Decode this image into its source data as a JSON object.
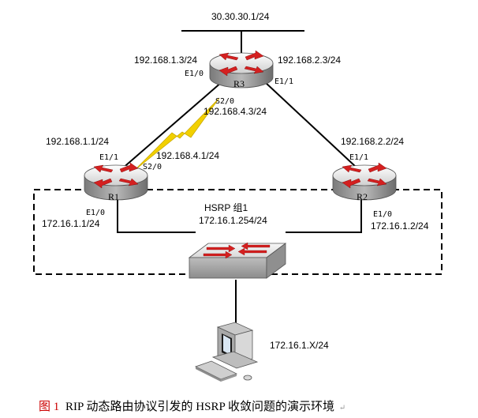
{
  "top_network": "30.30.30.1/24",
  "routers": {
    "r1": {
      "name": "R1",
      "e11_label": "E1/1",
      "e11_ip": "192.168.1.1/24",
      "s20_label": "S2/0",
      "s20_ip": "192.168.4.1/24",
      "e10_label": "E1/0",
      "e10_ip": "172.16.1.1/24"
    },
    "r2": {
      "name": "R2",
      "e11_label": "E1/1",
      "e11_ip": "192.168.2.2/24",
      "e10_label": "E1/0",
      "e10_ip": "172.16.1.2/24"
    },
    "r3": {
      "name": "R3",
      "e10_label": "E1/0",
      "e10_ip": "192.168.1.3/24",
      "e11_label": "E1/1",
      "e11_ip": "192.168.2.3/24",
      "s20_label": "S2/0",
      "s20_ip": "192.168.4.3/24"
    }
  },
  "hsrp": {
    "group": "HSRP 组1",
    "vip": "172.16.1.254/24"
  },
  "pc": {
    "ip": "172.16.1.X/24"
  },
  "caption": {
    "prefix": "图 1",
    "text": "RIP 动态路由协议引发的 HSRP 收敛问题的演示环境",
    "mark": "↵"
  },
  "colors": {
    "router_body": "#8a8a8a",
    "router_top": "#e6e6e6",
    "router_arrow": "#d42020",
    "serial_bolt": "#f2d000",
    "caption_prefix": "#cc0000"
  }
}
